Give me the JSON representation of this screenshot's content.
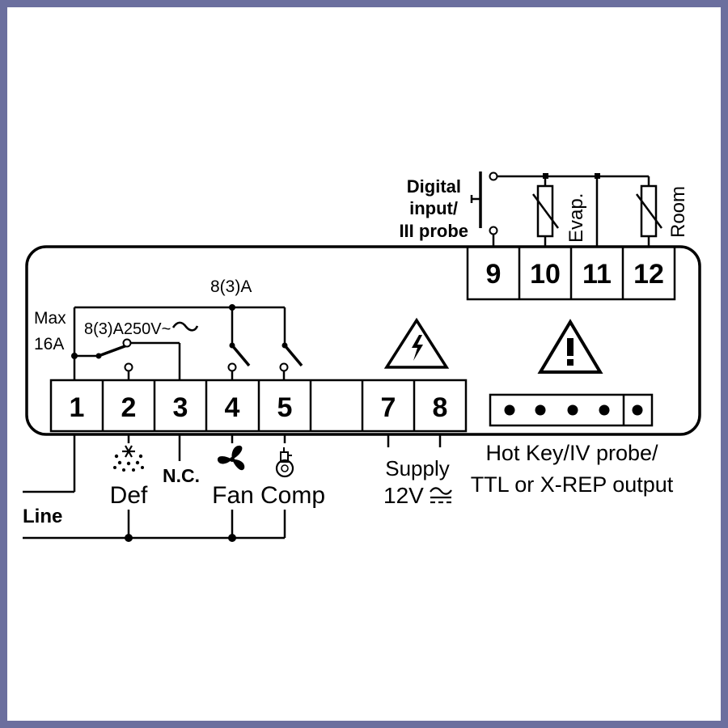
{
  "colors": {
    "frame_border": "#6b6f9e",
    "line": "#000000",
    "background": "#ffffff"
  },
  "terminals_bottom": [
    {
      "number": "1"
    },
    {
      "number": "2"
    },
    {
      "number": "3"
    },
    {
      "number": "4"
    },
    {
      "number": "5"
    },
    {
      "number": ""
    },
    {
      "number": "7"
    },
    {
      "number": "8"
    }
  ],
  "terminals_top": [
    {
      "number": "9"
    },
    {
      "number": "10"
    },
    {
      "number": "11"
    },
    {
      "number": "12"
    }
  ],
  "labels": {
    "digital_input_1": "Digital",
    "digital_input_2": "input/",
    "digital_input_3": "III probe",
    "evap": "Evap.",
    "room": "Room",
    "max_1": "Max",
    "max_2": "16A",
    "relay_rating_def": "8(3)A250V~",
    "relay_rating_fan_comp": "8(3)A",
    "def": "Def",
    "nc": "N.C.",
    "fan": "Fan",
    "comp": "Comp",
    "line": "Line",
    "supply_1": "Supply",
    "supply_2": "12V",
    "hotkey_1": "Hot Key/IV probe/",
    "hotkey_2": "TTL or X-REP output"
  },
  "icons": [
    "snowflake-defrost-icon",
    "fan-icon",
    "compressor-icon",
    "electrical-hazard-icon",
    "warning-icon",
    "ac-dc-icon",
    "tilde-icon"
  ]
}
